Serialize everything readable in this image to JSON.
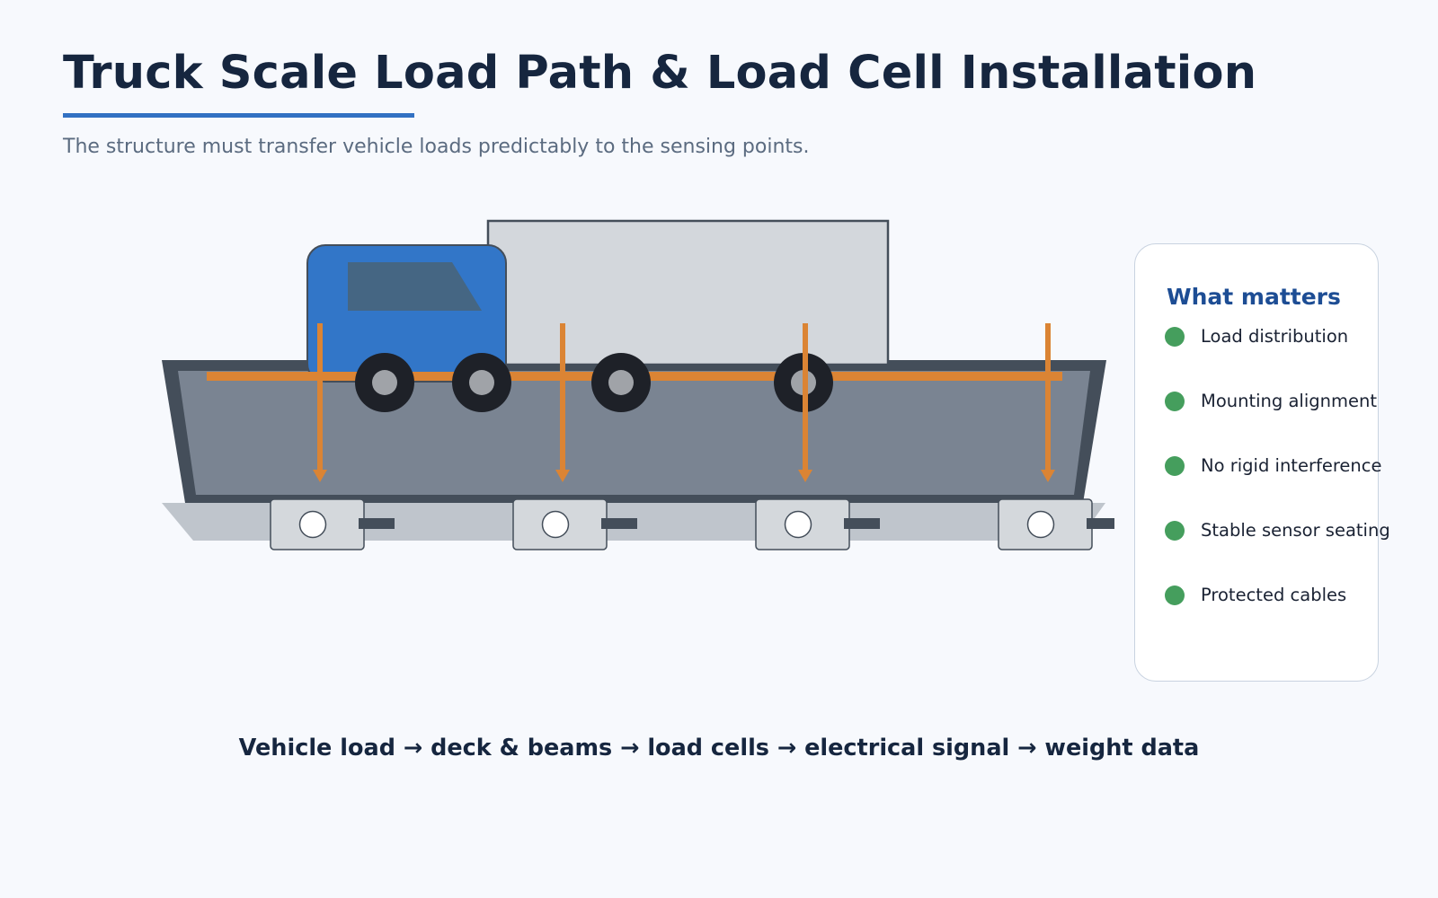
{
  "header": {
    "title": "Truck Scale Load Path & Load Cell Installation",
    "subtitle": "The structure must transfer vehicle loads predictably to the sensing points."
  },
  "diagram": {
    "truck": {
      "cab_color": "#3276c8",
      "cargo_color": "#d3d7dc"
    },
    "load_arrow_color": "#db8434",
    "deck_color": "#7a8492",
    "frame_color": "#444e5a",
    "load_cell_count": 4
  },
  "panel": {
    "title": "What matters",
    "items": [
      {
        "label": "Load distribution"
      },
      {
        "label": "Mounting alignment"
      },
      {
        "label": "No rigid interference"
      },
      {
        "label": "Stable sensor seating"
      },
      {
        "label": "Protected cables"
      }
    ]
  },
  "footer": {
    "flow": "Vehicle load → deck & beams → load cells → electrical signal → weight data"
  }
}
